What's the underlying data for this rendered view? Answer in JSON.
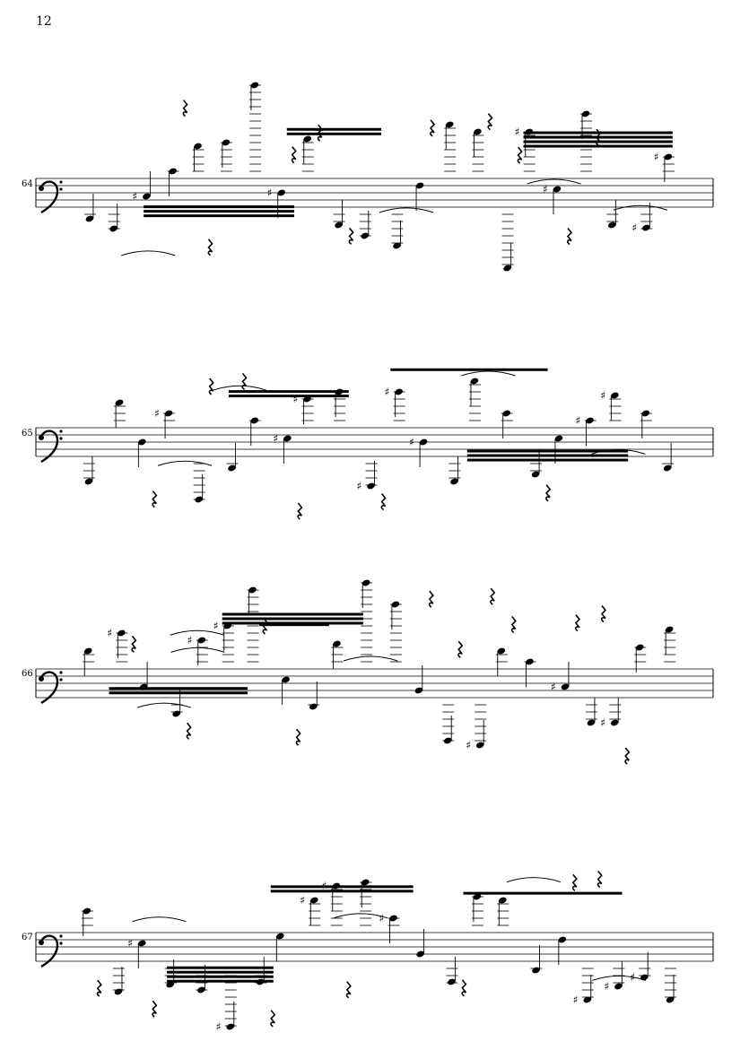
{
  "page_number": "12",
  "systems": [
    {
      "measure_number": "64"
    },
    {
      "measure_number": "65"
    },
    {
      "measure_number": "66"
    },
    {
      "measure_number": "67"
    }
  ]
}
